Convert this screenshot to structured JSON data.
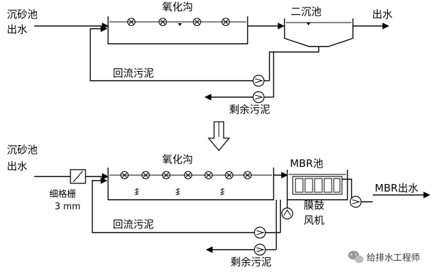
{
  "top": {
    "inlet_line1": "沉砂池",
    "inlet_line2": "出水",
    "oxidation_ditch": "氧化沟",
    "secondary_clarifier": "二沉池",
    "outlet": "出水",
    "return_sludge": "回流污泥",
    "excess_sludge": "剩余污泥"
  },
  "bottom": {
    "inlet_line1": "沉砂池",
    "inlet_line2": "出水",
    "screen_line1": "细格栅",
    "screen_line2": "3 mm",
    "oxidation_ditch": "氧化沟",
    "mbr_tank": "MBR池",
    "blower_line1": "膜鼓",
    "blower_line2": "风机",
    "outlet": "MBR出水",
    "return_sludge": "回流污泥",
    "excess_sludge": "剩余污泥"
  },
  "watermark": "给排水工程师"
}
